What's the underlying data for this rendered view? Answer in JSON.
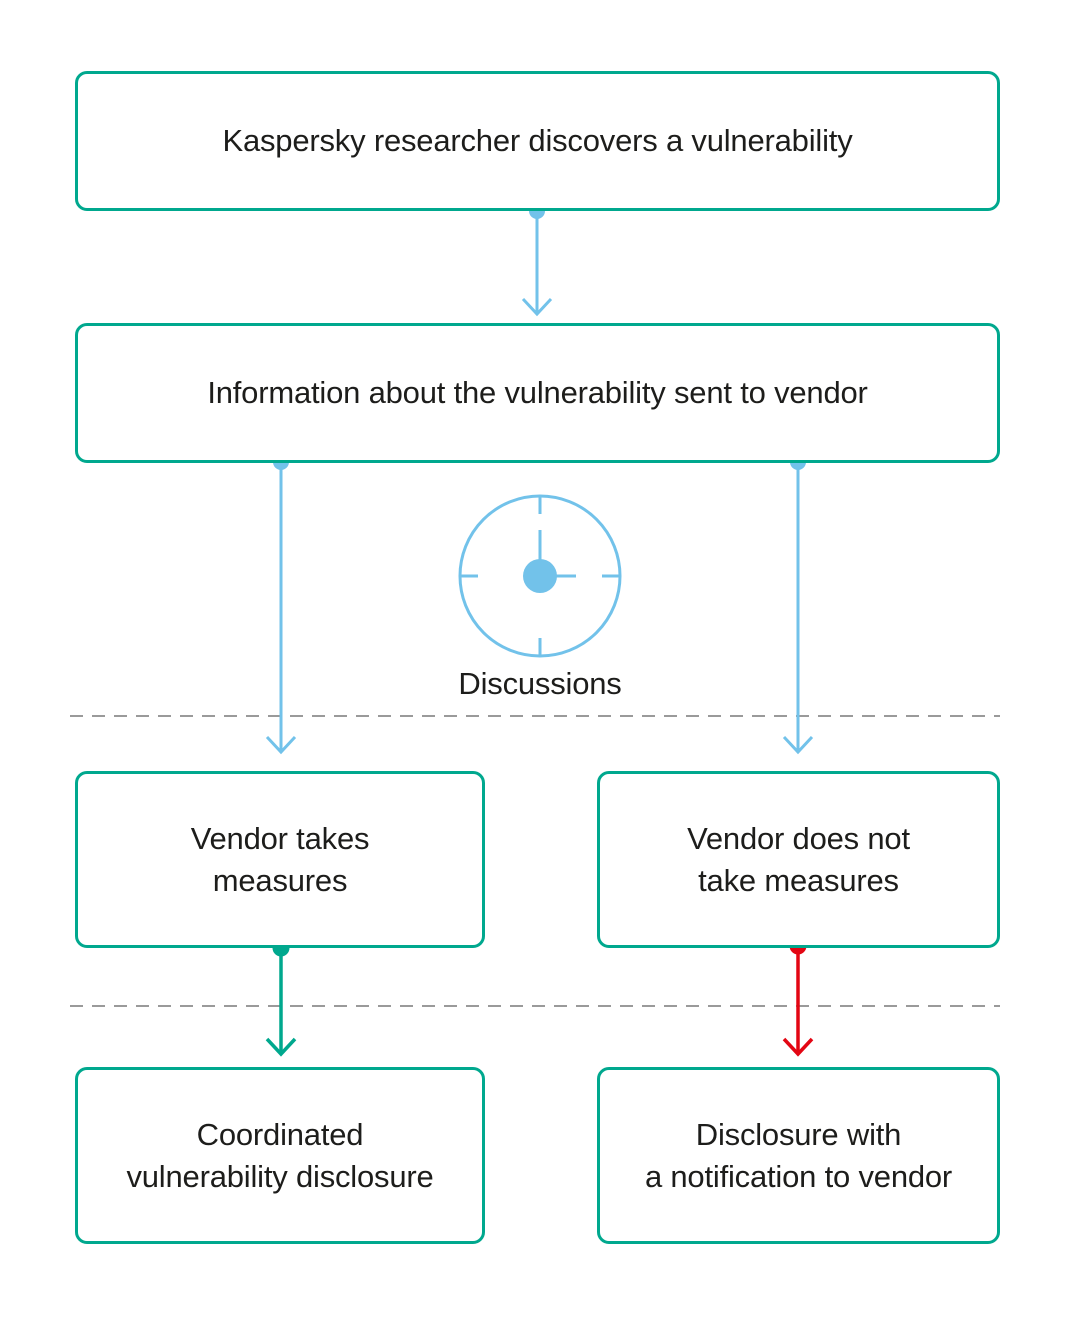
{
  "colors": {
    "box_border": "#00a88e",
    "blue_connector": "#72c2ea",
    "green_connector": "#00a88e",
    "red_connector": "#e30613",
    "dashed_divider": "#9a9a9a",
    "text": "#1d1d1b"
  },
  "nodes": {
    "discover": "Kaspersky researcher discovers a vulnerability",
    "info_sent": "Information about the vulnerability sent to vendor",
    "vendor_takes": "Vendor takes\nmeasures",
    "vendor_not": "Vendor does not\ntake measures",
    "coordinated": "Coordinated\nvulnerability disclosure",
    "notification": "Disclosure with\na notification to vendor"
  },
  "discussions": {
    "label": "Discussions",
    "icon": "clock-icon"
  },
  "edges": [
    {
      "from": "discover",
      "to": "info_sent",
      "color": "blue_connector"
    },
    {
      "from": "info_sent",
      "to": "vendor_takes",
      "color": "blue_connector"
    },
    {
      "from": "info_sent",
      "to": "vendor_not",
      "color": "blue_connector"
    },
    {
      "from": "vendor_takes",
      "to": "coordinated",
      "color": "green_connector"
    },
    {
      "from": "vendor_not",
      "to": "notification",
      "color": "red_connector"
    }
  ]
}
